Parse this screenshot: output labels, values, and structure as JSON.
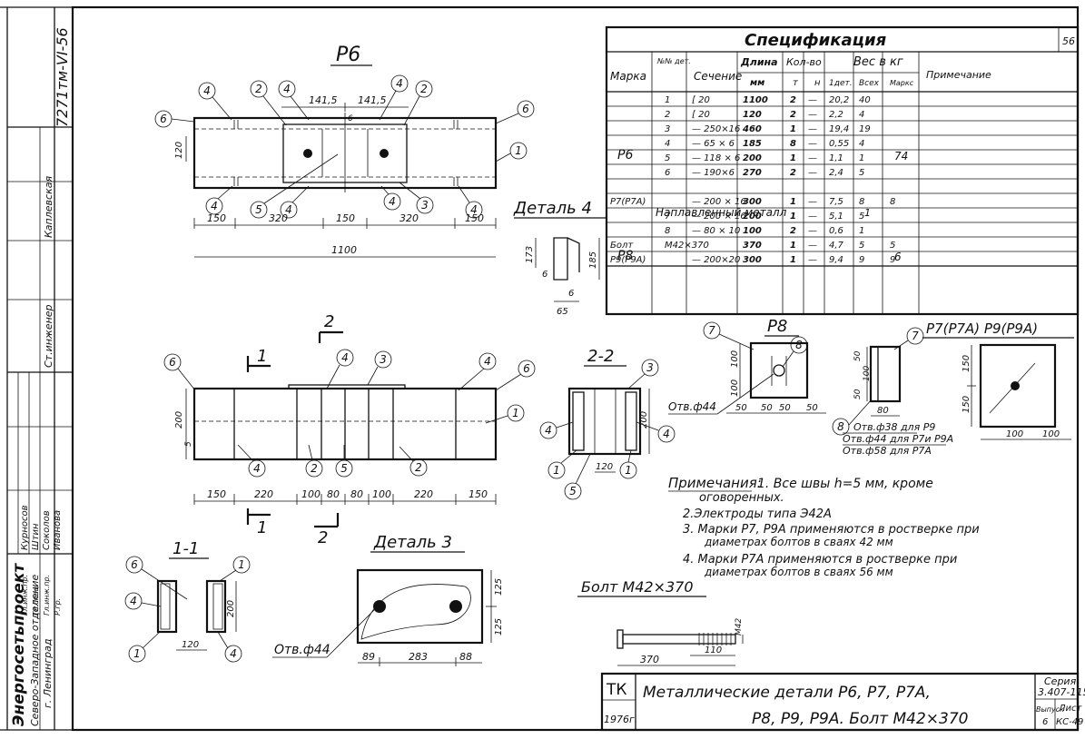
{
  "sheet_number": "56",
  "side_stamp": {
    "code": "7271тм-VI-56",
    "org": "Энергосетьпроект",
    "branch": "Северо-Западное отделение",
    "city": "г. Ленинград",
    "roles": [
      "Гл.инж.пр.",
      "Гл.спец.",
      "Гл.инж.пр.",
      "Р.гр."
    ],
    "names": [
      "Курносов",
      "Штин",
      "Соколов",
      "Иванова"
    ],
    "labels": [
      "Каплевская",
      "Ст.инженер"
    ]
  },
  "views": {
    "p6_title": "Р6",
    "sec22_title": "2-2",
    "sec11_title": "1-1",
    "det3_title": "Деталь 3",
    "det4_title": "Деталь 4",
    "p8_title": "Р8",
    "p7_title": "Р7(Р7А) Р9(Р9А)",
    "bolt_title": "Болт М42×370",
    "cut1": "1",
    "cut2": "2"
  },
  "dims": {
    "p6_top": [
      "141,5",
      "141,5"
    ],
    "p6_bottom": [
      "150",
      "320",
      "150",
      "320",
      "150"
    ],
    "p6_total": "1100",
    "p6_h": "120",
    "p6_six": "6",
    "front": [
      "150",
      "220",
      "100",
      "80",
      "80",
      "100",
      "220",
      "150"
    ],
    "front_h": "200",
    "front_5": "5",
    "sec22_w": "120",
    "sec22_h": "200",
    "sec11_w": "120",
    "sec11_h": "200",
    "det3": [
      "89",
      "283",
      "88"
    ],
    "det3_h": [
      "125",
      "125"
    ],
    "det3_hole": "Отв.ф44",
    "det4": [
      "173",
      "185",
      "6",
      "6",
      "65"
    ],
    "p8_h": [
      "100",
      "100"
    ],
    "p8_w": [
      "50",
      "50",
      "50",
      "50"
    ],
    "p8_hole": "Отв.ф44",
    "p8_side": [
      "50",
      "100",
      "50"
    ],
    "p8_side_w": "80",
    "p7_h": [
      "150",
      "150"
    ],
    "p7_w": [
      "100",
      "100"
    ],
    "holes": [
      "Отв.ф38 для Р9",
      "Отв.ф44 для Р7и Р9А",
      "Отв.ф58 для Р7А"
    ],
    "bolt": [
      "370",
      "110",
      "М42"
    ]
  },
  "callouts": [
    "1",
    "2",
    "3",
    "4",
    "5",
    "6",
    "7",
    "8"
  ],
  "spec": {
    "title": "Спецификация",
    "headers": {
      "mark": "Марка",
      "num": "№№ дет.",
      "section": "Сечение",
      "length": "Длина",
      "mm": "мм",
      "qty": "Кол-во",
      "t": "т",
      "n": "н",
      "weight": "Вес в кг",
      "one": "1дет.",
      "all": "Всех",
      "marks": "Маркс",
      "note": "Примечание"
    },
    "rows": [
      [
        "",
        "1",
        "[ 20",
        "1100",
        "2",
        "—",
        "20,2",
        "40",
        ""
      ],
      [
        "",
        "2",
        "[ 20",
        "120",
        "2",
        "—",
        "2,2",
        "4",
        ""
      ],
      [
        "",
        "3",
        "— 250×16",
        "460",
        "1",
        "—",
        "19,4",
        "19",
        ""
      ],
      [
        "",
        "4",
        "— 65 × 6",
        "185",
        "8",
        "—",
        "0,55",
        "4",
        ""
      ],
      [
        "",
        "5",
        "— 118 × 6",
        "200",
        "1",
        "—",
        "1,1",
        "1",
        ""
      ],
      [
        "",
        "6",
        "— 190×6",
        "270",
        "2",
        "—",
        "2,4",
        "5",
        ""
      ],
      [
        "Р7(Р7А)",
        "",
        "— 200 × 16",
        "300",
        "1",
        "—",
        "7,5",
        "8",
        "8"
      ],
      [
        "",
        "7",
        "— 200 × 16",
        "200",
        "1",
        "—",
        "5,1",
        "5",
        ""
      ],
      [
        "",
        "8",
        "— 80 × 10",
        "100",
        "2",
        "—",
        "0,6",
        "1",
        ""
      ],
      [
        "Болт",
        "М42×370",
        "",
        "370",
        "1",
        "—",
        "4,7",
        "5",
        "5"
      ],
      [
        "Р9(Р9А)",
        "",
        "— 200×20",
        "300",
        "1",
        "—",
        "9,4",
        "9",
        "9"
      ]
    ],
    "p6_mark": "Р6",
    "p6_total": "74",
    "weld_label": "Наплавленный металл",
    "weld_all": "1",
    "p8_mark": "Р8",
    "p8_total": "6"
  },
  "notes": {
    "title": "Примечания:",
    "lines": [
      "1. Все швы h=5 мм, кроме",
      "оговоренных.",
      "2.Электроды типа Э42А",
      "3. Марки Р7, Р9А применяются в ростверке при",
      "диаметрах болтов в сваях 42 мм",
      "4. Марки Р7А применяются в ростверке при",
      "диаметрах болтов в сваях 56 мм"
    ]
  },
  "title_block": {
    "tk": "ТК",
    "year": "1976г.",
    "line1": "Металлические детали Р6, Р7, Р7А,",
    "line2": "Р8, Р9, Р9А. Болт М42×370",
    "series_label": "Серия",
    "series": "3.407-115",
    "issue_label": "Выпуск",
    "issue": "6",
    "sheet_label": "Лист",
    "sheet": "КС-49"
  }
}
